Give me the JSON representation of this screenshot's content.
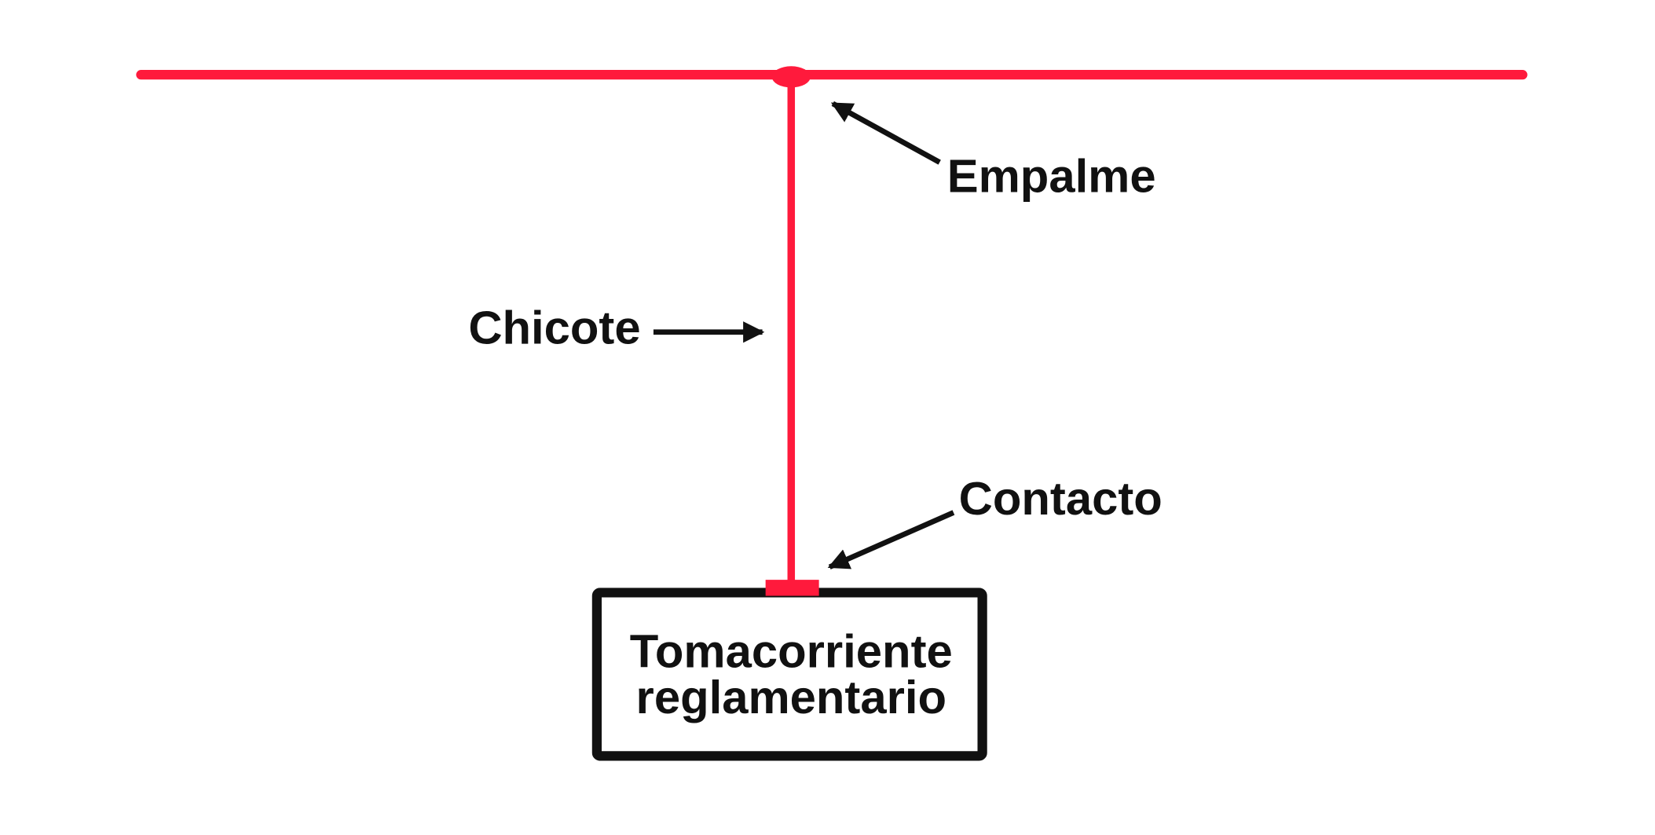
{
  "labels": {
    "empalme": "Empalme",
    "chicote": "Chicote",
    "contacto": "Contacto"
  },
  "box": {
    "line1": "Tomacorriente",
    "line2": "reglamentario"
  },
  "colors": {
    "wire": "#ff1a3c",
    "ink": "#111111"
  }
}
